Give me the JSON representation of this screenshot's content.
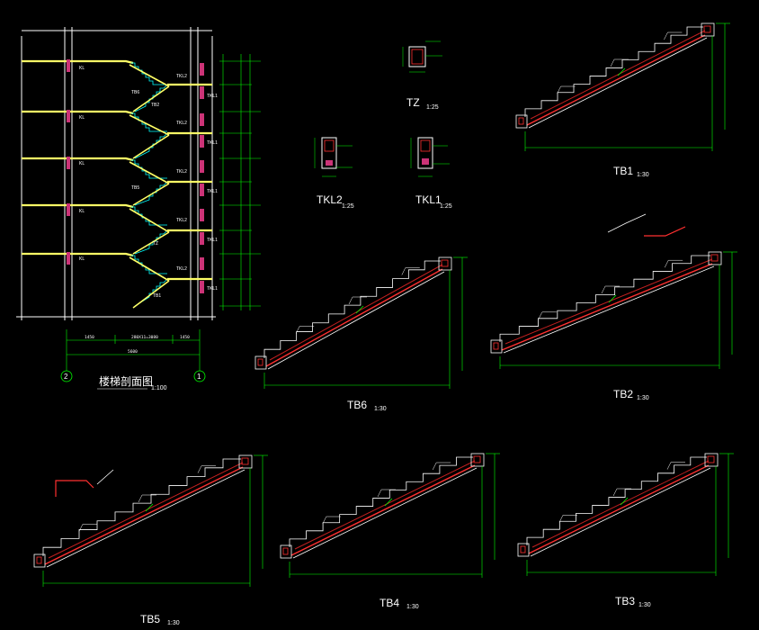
{
  "drawings": {
    "section": {
      "title": "楼梯剖面图",
      "scale": "1:100"
    },
    "tb1": {
      "title": "TB1",
      "scale": "1:30"
    },
    "tb2": {
      "title": "TB2",
      "scale": "1:30"
    },
    "tb3": {
      "title": "TB3",
      "scale": "1:30"
    },
    "tb4": {
      "title": "TB4",
      "scale": "1:30"
    },
    "tb5": {
      "title": "TB5",
      "scale": "1:30"
    },
    "tb6": {
      "title": "TB6",
      "scale": "1:30"
    },
    "tz": {
      "title": "TZ",
      "scale": "1:25"
    },
    "tkl1": {
      "title": "TKL1",
      "scale": "1:25"
    },
    "tkl2": {
      "title": "TKL2",
      "scale": "1:25"
    }
  },
  "section_labels": {
    "kl": "KL",
    "tkl2": "TKL2",
    "tkl1": "TKL1",
    "tb6": "TB6",
    "tb5": "TB5",
    "tb2": "TB2",
    "tb1": "TB1",
    "tz": "TZ",
    "axis_left": "2",
    "axis_right": "1",
    "dim_a": "1450",
    "dim_b": "280X11=3080",
    "dim_c": "1450",
    "dim_total": "5600"
  },
  "palette": {
    "background": "#000000",
    "stair": "#ffff66",
    "stair_fill": "#00ffff",
    "rebar": "#ff3030",
    "dimension": "#00ff00",
    "text": "#ffffff",
    "column": "#ff60ff"
  }
}
